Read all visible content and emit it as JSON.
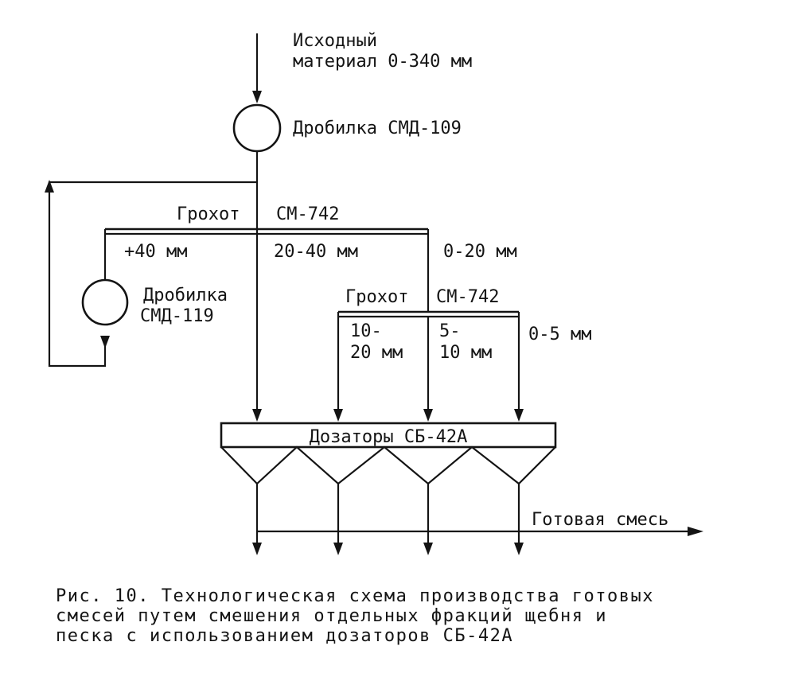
{
  "input": {
    "line1": "Исходный",
    "line2": "материал 0-340 мм"
  },
  "crusher_top": {
    "label": "Дробилка СМД-109"
  },
  "screen_main": {
    "label_part1": "Грохот",
    "label_part2": "СМ-742",
    "fractions": [
      "+40 мм",
      "20-40 мм",
      "0-20 мм"
    ]
  },
  "crusher_side": {
    "line1": "Дробилка",
    "line2": "СМД-119"
  },
  "screen_second": {
    "label_part1": "Грохот",
    "label_part2": "СМ-742",
    "fraction_a_line1": "10-",
    "fraction_a_line2": "20 мм",
    "fraction_b_line1": "5-",
    "fraction_b_line2": "10 мм",
    "fraction_c": "0-5 мм"
  },
  "dosers": {
    "label": "Дозаторы СБ-42А"
  },
  "output": {
    "label": "Готовая смесь"
  },
  "caption": {
    "line1": "Рис. 10. Технологическая схема производства готовых",
    "line2": "смесей путем смешения отдельных фракций щебня и",
    "line3": "песка с использованием дозаторов СБ-42А"
  }
}
